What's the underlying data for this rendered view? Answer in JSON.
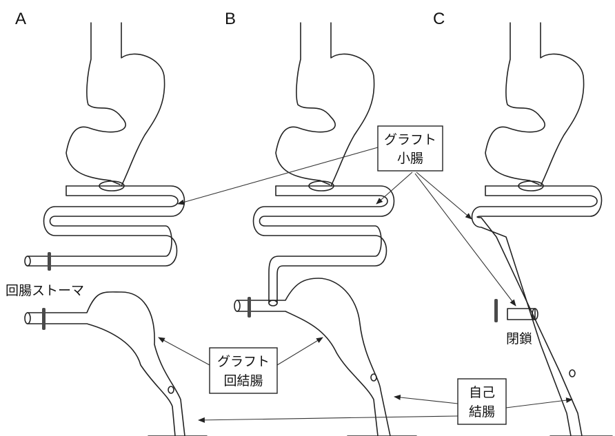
{
  "panels": {
    "a": "A",
    "b": "B",
    "c": "C"
  },
  "labels": {
    "ileostomy": "回腸ストーマ",
    "graft_small_intestine": {
      "line1": "グラフト",
      "line2": "小腸"
    },
    "graft_ileocolon": {
      "line1": "グラフト",
      "line2": "回結腸"
    },
    "closure": "閉鎖",
    "native_colon": {
      "line1": "自己",
      "line2": "結腸"
    }
  }
}
